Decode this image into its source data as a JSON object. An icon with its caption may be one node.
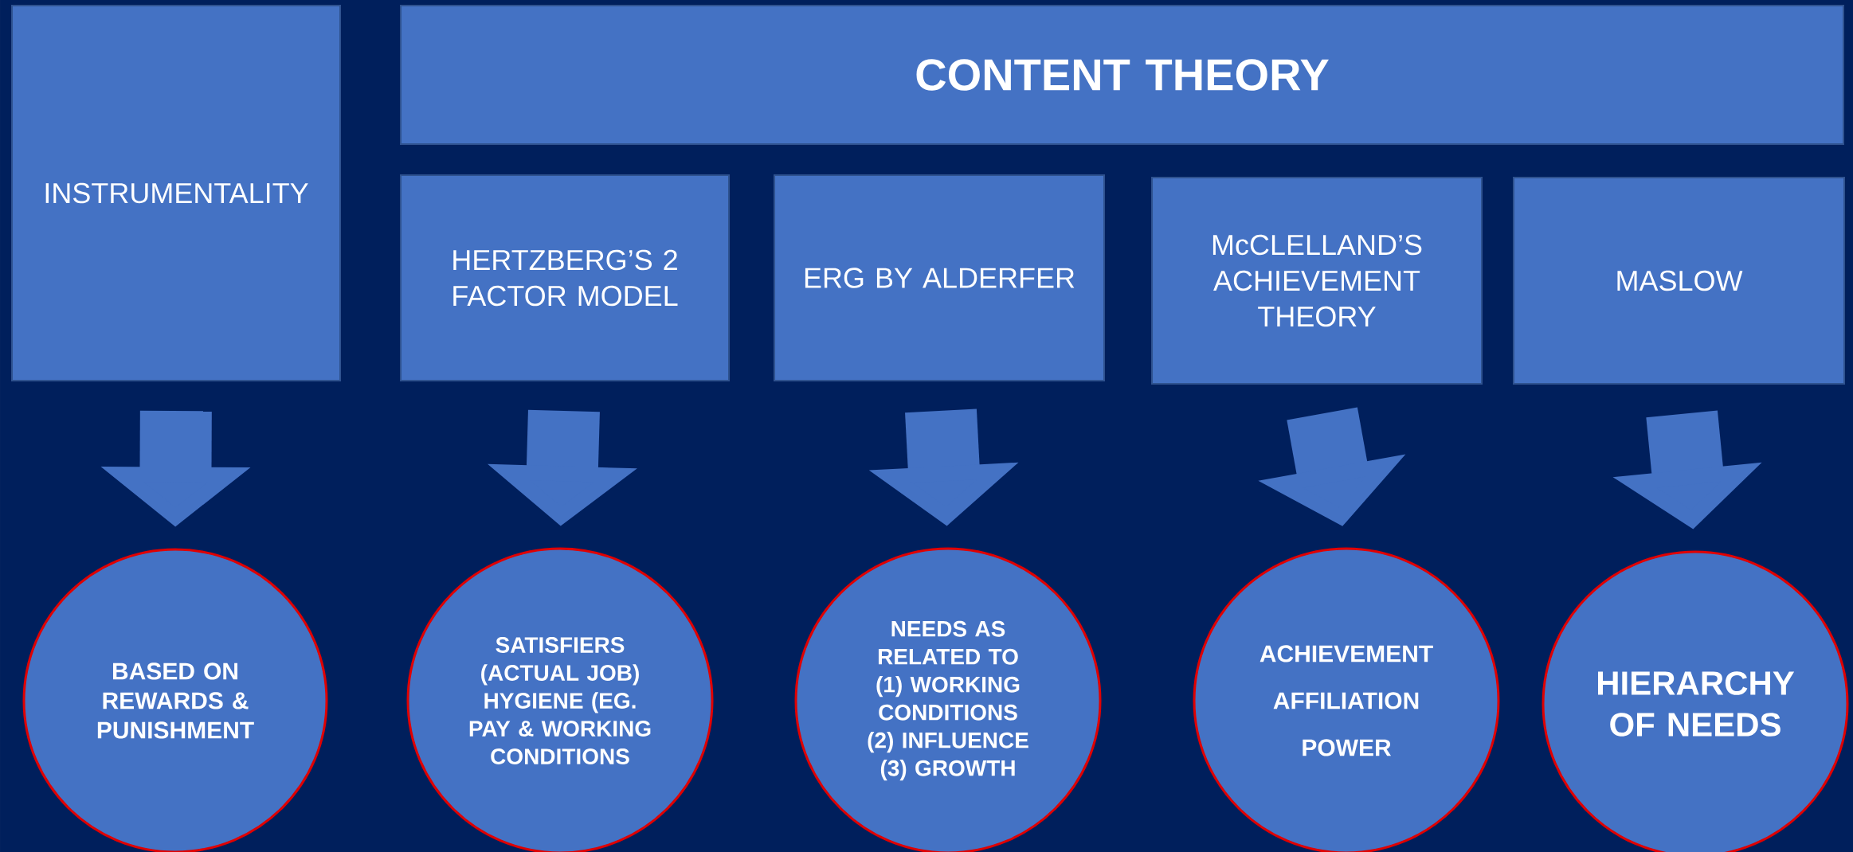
{
  "diagram": {
    "nodes": [
      {
        "text": [
          "INSTRUMENTALITY"
        ]
      },
      {
        "text": [
          "CONTENT THEORY"
        ]
      },
      {
        "text": [
          "HERTZBERG’S 2 FACTOR MODEL"
        ]
      },
      {
        "text": [
          "ERG BY ALDERFER"
        ]
      },
      {
        "text": [
          "McCLELLAND’S ACHIEVEMENT THEORY"
        ]
      },
      {
        "text": [
          "MASLOW"
        ]
      },
      {
        "text": [
          "BASED ON REWARDS & PUNISHMENT"
        ]
      },
      {
        "text": [
          "SATISFIERS (ACTUAL JOB)",
          "HYGIENE (EG. PAY & WORKING CONDITIONS"
        ]
      },
      {
        "text": [
          "NEEDS AS RELATED TO",
          "(1) WORKING CONDITIONS",
          "(2) INFLUENCE",
          "(3) GROWTH"
        ]
      },
      {
        "text": [
          "ACHIEVEMENT",
          "AFFILIATION",
          "POWER"
        ]
      },
      {
        "text": [
          "HIERARCHY OF NEEDS"
        ]
      }
    ],
    "edges": [
      {
        "from": 0,
        "to": 6,
        "arrow": "to"
      },
      {
        "from": 2,
        "to": 7,
        "arrow": "to"
      },
      {
        "from": 3,
        "to": 8,
        "arrow": "to"
      },
      {
        "from": 4,
        "to": 9,
        "arrow": "to"
      },
      {
        "from": 5,
        "to": 10,
        "arrow": "to"
      }
    ]
  }
}
